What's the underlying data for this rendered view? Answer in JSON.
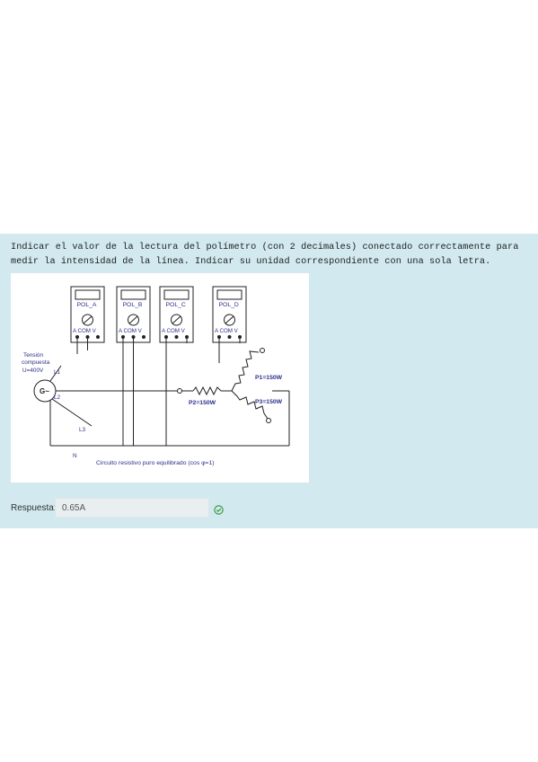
{
  "question": {
    "line1": "Indicar el valor de la lectura del polímetro (con 2 decimales) conectado correctamente para",
    "line2": "medir la intensidad de la línea. Indicar su unidad correspondiente con una sola letra."
  },
  "figure": {
    "meters": [
      {
        "name": "POL_A",
        "terminals": "A COM V"
      },
      {
        "name": "POL_B",
        "terminals": "A COM V"
      },
      {
        "name": "POL_C",
        "terminals": "A COM V"
      },
      {
        "name": "POL_D",
        "terminals": "A COM V"
      }
    ],
    "source_label_1": "Tensión",
    "source_label_2": "compuesta",
    "source_label_3": "U=400V",
    "generator_symbol": "G~",
    "l1": "L1",
    "l2": "L2",
    "l3": "L3",
    "n": "N",
    "p1": "P1=150W",
    "p2": "P2=150W",
    "p3": "P3=150W",
    "caption": "Circuito resistivo puro equilibrado (cos φ=1)"
  },
  "answer": {
    "label": "Respuesta:",
    "value": "0.65A",
    "status_icon": "check-circle-icon",
    "status_color": "#3a9a3a"
  }
}
